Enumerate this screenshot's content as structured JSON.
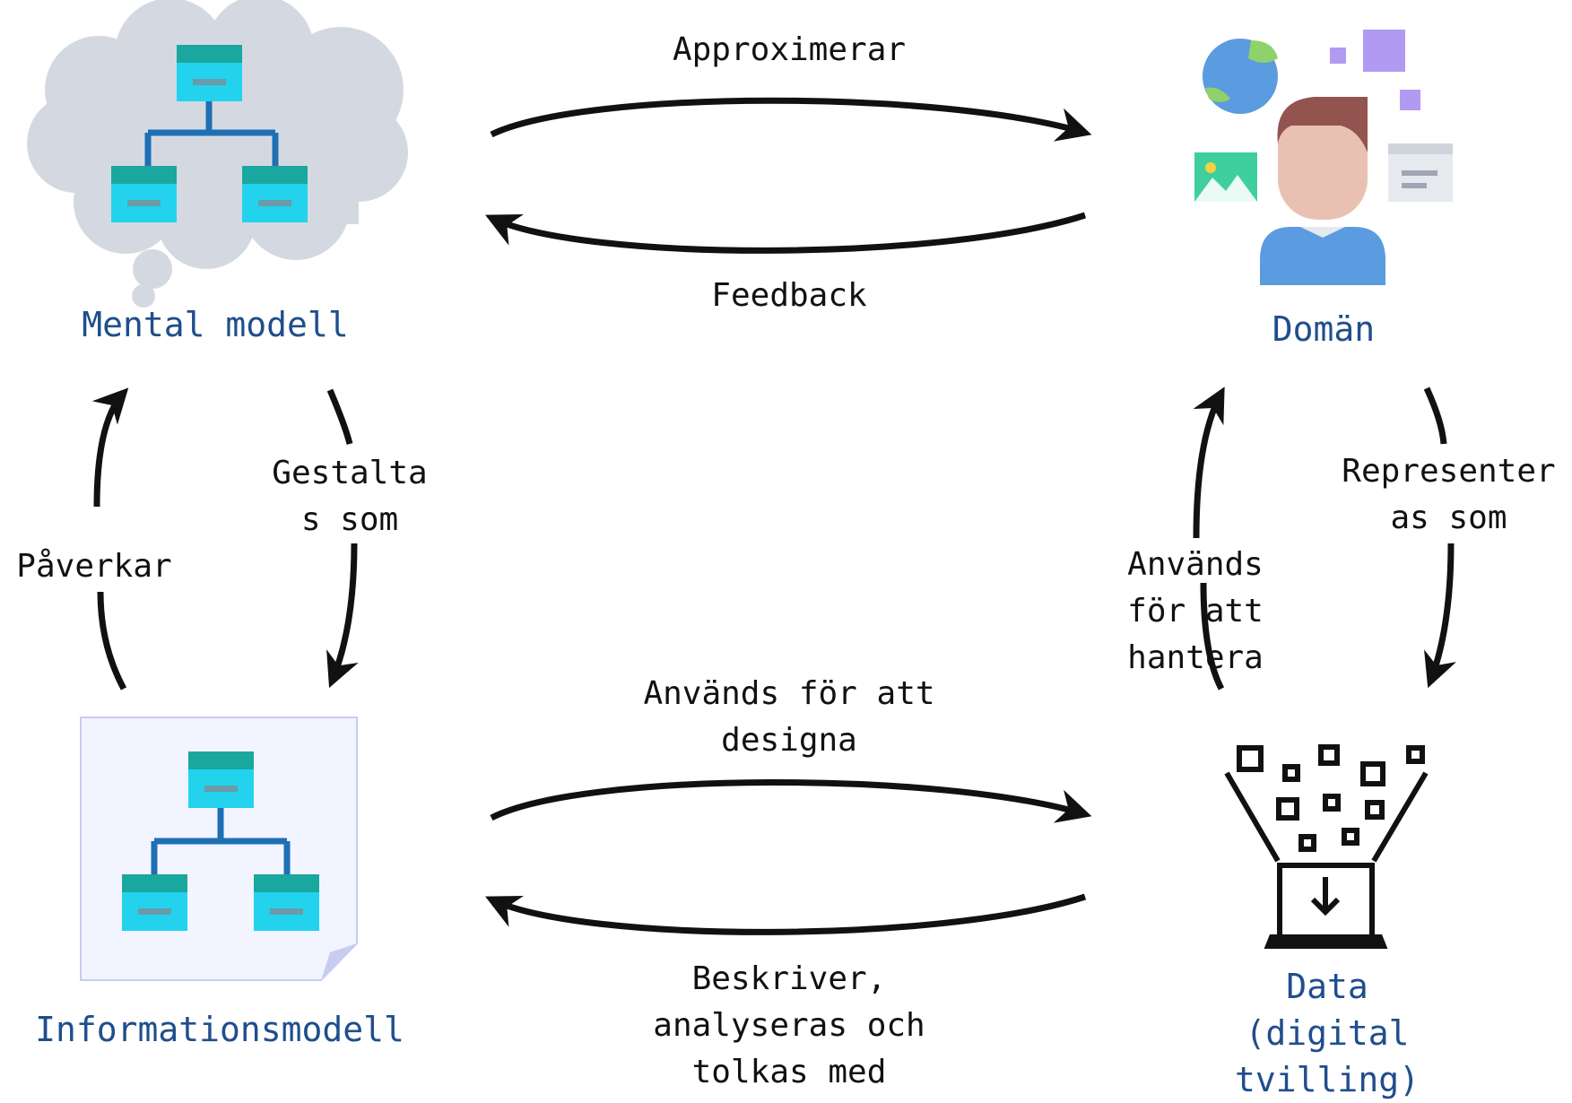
{
  "colors": {
    "node_label": "#1f4e8c",
    "arrow": "#111111",
    "edge_label": "#111111",
    "box_top": "#1aa7a0",
    "box_body": "#23d3ee",
    "box_line": "#6b9aa8",
    "connector": "#1f6fb5",
    "cloud": "#d4d9e1",
    "paper": "#f2f4ff",
    "paper_border": "#c8ccf0"
  },
  "nodes": {
    "mental_model": {
      "label": "Mental modell",
      "icon": "thought-cloud-hierarchy-icon"
    },
    "domain": {
      "label": "Domän",
      "icon": "person-with-world-and-media-icon"
    },
    "information_model": {
      "label": "Informationsmodell",
      "icon": "document-hierarchy-icon"
    },
    "data": {
      "label": "Data\n(digital tvilling)",
      "icon": "data-download-laptop-icon"
    }
  },
  "edges": {
    "approximerar": "Approximerar",
    "feedback": "Feedback",
    "gestaltas_som": "Gestalta\ns som",
    "paverkar": "Påverkar",
    "representeras_som": "Representer\nas som",
    "anvands_for_att_hantera": "Används\nför att\nhantera",
    "anvands_for_att_designa": "Används för att\ndesigna",
    "beskriver": "Beskriver,\nanalyseras och\ntolkas med"
  }
}
